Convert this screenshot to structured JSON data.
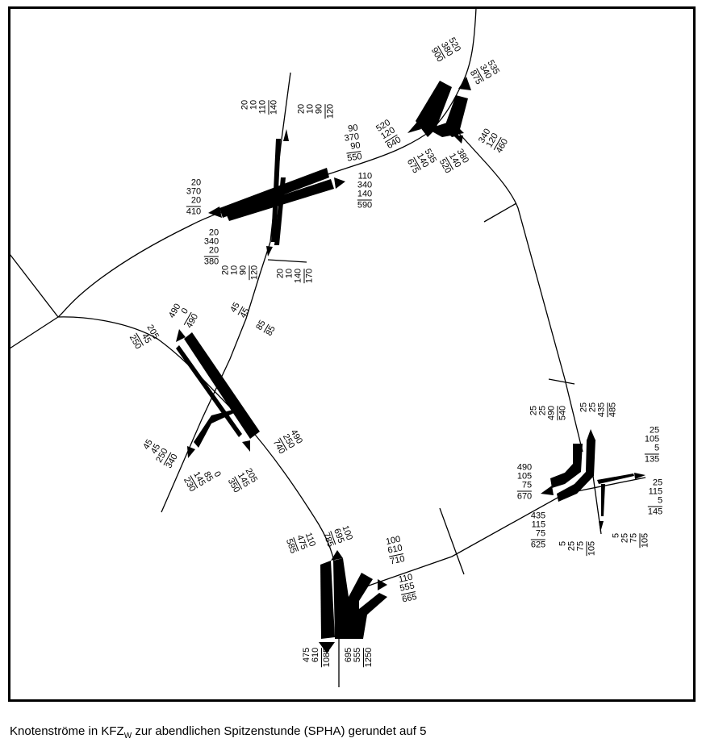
{
  "caption": {
    "prefix": "Knotenströme in KFZ",
    "subscript": "W",
    "suffix": " zur abendlichen Spitzenstunde (SPHA) gerundet auf 5"
  },
  "junctions": [
    {
      "labels": [
        {
          "flows": [
            "20",
            "10",
            "110"
          ],
          "total": "140"
        },
        {
          "flows": [
            "20",
            "10",
            "90"
          ],
          "total": "120"
        },
        {
          "flows": [
            "90",
            "370",
            "90"
          ],
          "total": "550"
        },
        {
          "flows": [
            "520",
            "120"
          ],
          "total": "640"
        },
        {
          "flows": [
            "110",
            "340",
            "140"
          ],
          "total": "590"
        },
        {
          "flows": [
            "20",
            "370",
            "20"
          ],
          "total": "410"
        },
        {
          "flows": [
            "20",
            "340",
            "20"
          ],
          "total": "380"
        },
        {
          "flows": [
            "20",
            "10",
            "90"
          ],
          "total": "120"
        },
        {
          "flows": [
            "20",
            "10",
            "140"
          ],
          "total": "170"
        }
      ]
    },
    {
      "labels": [
        {
          "flows": [
            "520",
            "380"
          ],
          "total": "900"
        },
        {
          "flows": [
            "535",
            "340"
          ],
          "total": "875"
        },
        {
          "flows": [
            "340",
            "120"
          ],
          "total": "460"
        },
        {
          "flows": [
            "535",
            "140"
          ],
          "total": "675"
        },
        {
          "flows": [
            "380",
            "140"
          ],
          "total": "520"
        }
      ]
    },
    {
      "labels": [
        {
          "flows": [
            "490",
            "0"
          ],
          "total": "490"
        },
        {
          "flows": [
            "205",
            "45"
          ],
          "total": "250"
        },
        {
          "flows": [
            "45"
          ],
          "total": "45"
        },
        {
          "flows": [
            "85"
          ],
          "total": "85"
        },
        {
          "flows": [
            "45",
            "45",
            "250"
          ],
          "total": "340"
        },
        {
          "flows": [
            "0",
            "85",
            "145"
          ],
          "total": "230"
        },
        {
          "flows": [
            "205",
            "145"
          ],
          "total": "350"
        },
        {
          "flows": [
            "490",
            "250"
          ],
          "total": "740"
        }
      ]
    },
    {
      "labels": [
        {
          "flows": [
            "25",
            "25",
            "490"
          ],
          "total": "540"
        },
        {
          "flows": [
            "25",
            "25",
            "435"
          ],
          "total": "485"
        },
        {
          "flows": [
            "25",
            "105",
            "5"
          ],
          "total": "135"
        },
        {
          "flows": [
            "25",
            "115",
            "5"
          ],
          "total": "145"
        },
        {
          "flows": [
            "490",
            "105",
            "75"
          ],
          "total": "670"
        },
        {
          "flows": [
            "435",
            "115",
            "75"
          ],
          "total": "625"
        },
        {
          "flows": [
            "5",
            "25",
            "75"
          ],
          "total": "105"
        },
        {
          "flows": [
            "5",
            "25",
            "75"
          ],
          "total": "105"
        }
      ]
    },
    {
      "labels": [
        {
          "flows": [
            "110",
            "475"
          ],
          "total": "585"
        },
        {
          "flows": [
            "100",
            "695"
          ],
          "total": "785"
        },
        {
          "flows": [
            "100",
            "610"
          ],
          "total": "710"
        },
        {
          "flows": [
            "110",
            "555"
          ],
          "total": "665"
        },
        {
          "flows": [
            "475",
            "610"
          ],
          "total": "1085"
        },
        {
          "flows": [
            "695",
            "555"
          ],
          "total": "1250"
        }
      ]
    }
  ]
}
